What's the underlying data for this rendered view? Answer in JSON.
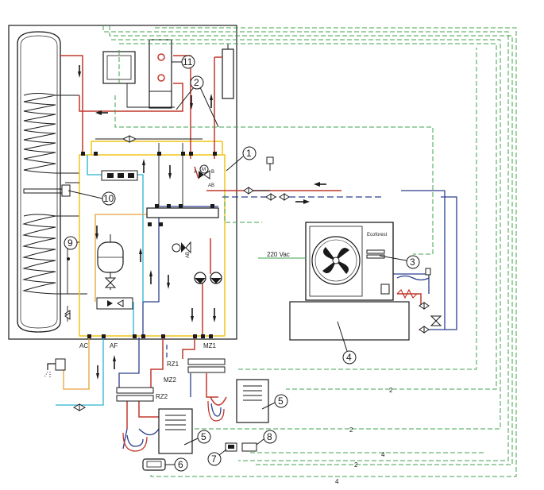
{
  "callouts": {
    "c1": "1",
    "c2": "2",
    "c3": "3",
    "c4": "4",
    "c5a": "5",
    "c5b": "5",
    "c6": "6",
    "c7": "7",
    "c8": "8",
    "c9": "9",
    "c10": "10",
    "c11": "11"
  },
  "labels": {
    "power": "220 Vac",
    "ac": "AC",
    "af": "AF",
    "mz1": "MZ1",
    "mz2": "MZ2",
    "rz1": "RZ1",
    "rz2": "RZ2",
    "valve_a": "A",
    "valve_b": "B",
    "valve_ab": "AB",
    "valve_m": "M",
    "valve2_ab": "AB",
    "brand": "Ecoforest"
  },
  "cable_tags": {
    "t1": "2",
    "t2": "2",
    "t3": "2",
    "t4": "4",
    "t5": "4"
  },
  "colors": {
    "hot": "#c0392b",
    "cold": "#3498db",
    "cyan": "#27b4d1",
    "yellow": "#f0c419",
    "orange": "#e6a13a",
    "green": "#3fa34d",
    "navy": "#2c3e8f",
    "line": "#1a1a1a"
  }
}
